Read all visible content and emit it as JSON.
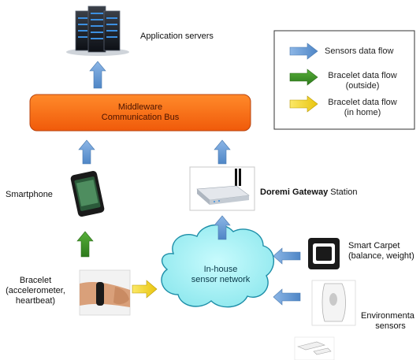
{
  "nodes": {
    "app_servers": "Application servers",
    "middleware_line1": "Middleware",
    "middleware_line2": "Communication Bus",
    "smartphone": "Smartphone",
    "gateway_bold": "Doremi Gateway",
    "gateway_rest": " Station",
    "bracelet_line1": "Bracelet",
    "bracelet_line2": "(accelerometer,",
    "bracelet_line3": "heartbeat)",
    "cloud_line1": "In-house",
    "cloud_line2": "sensor network",
    "carpet_line1": "Smart Carpet",
    "carpet_line2": "(balance, weight)",
    "env_line1": "Environmenta",
    "env_line2": "sensors"
  },
  "legend": {
    "items": [
      {
        "label1": "Sensors data flow",
        "label2": "",
        "color": "#6a9bd3"
      },
      {
        "label1": "Bracelet data flow",
        "label2": "(outside)",
        "color": "#3f8f2a"
      },
      {
        "label1": "Bracelet data flow",
        "label2": "(in home)",
        "color": "#f2d21a"
      }
    ]
  },
  "colors": {
    "middleware": "#ff6a12",
    "cloud": "#a8f0f4",
    "sensor_arrow": "#6a9bd3",
    "outside_arrow": "#3f8f2a",
    "inhome_arrow": "#f2d21a"
  }
}
